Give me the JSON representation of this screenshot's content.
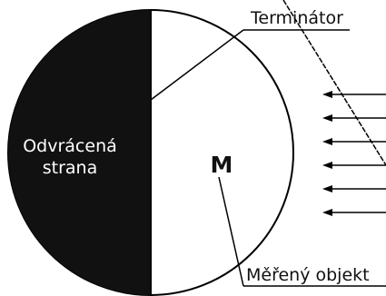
{
  "labels": {
    "terminator": "Terminátor",
    "dark_side_line1": "Odvrácená",
    "dark_side_line2": "strana",
    "center": "M",
    "measured_object": "Měřený objekt"
  },
  "arrows": {
    "count": 6,
    "direction": "left"
  },
  "colors": {
    "dark_side": "#111111",
    "lit_side": "#ffffff",
    "stroke": "#000000",
    "dark_side_text": "#ffffff"
  }
}
